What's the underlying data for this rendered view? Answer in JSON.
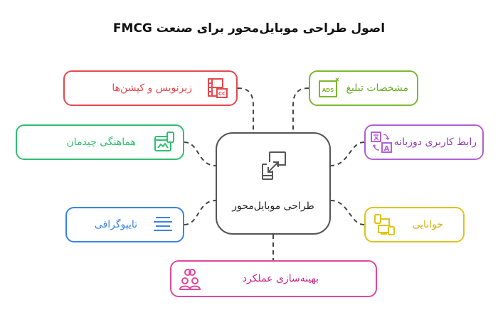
{
  "title": "اصول طراحی موبایل‌محور برای صنعت FMCG",
  "center": {
    "label": "طراحی موبایل‌محور",
    "icon": "resize-devices-icon",
    "color": "#555555"
  },
  "nodes": [
    {
      "id": "subtitles",
      "label": "زیرنویس و کپشن‌ها",
      "icon": "film-cc-icon",
      "color": "#e5484d"
    },
    {
      "id": "ad-specs",
      "label": "مشخصات تبلیغ",
      "icon": "ads-icon",
      "color": "#7cb82f"
    },
    {
      "id": "layout-harmony",
      "label": "هماهنگی چیدمان",
      "icon": "responsive-layout-icon",
      "color": "#2fbf71"
    },
    {
      "id": "bilingual-ui",
      "label": "رابط کاربری دوزبانه",
      "icon": "translate-icon",
      "color": "#b25fd6"
    },
    {
      "id": "typography",
      "label": "تایپوگرافی",
      "icon": "text-lines-icon",
      "color": "#3b82e6"
    },
    {
      "id": "readability",
      "label": "خوانایی",
      "icon": "devices-icon",
      "color": "#e2c21b"
    },
    {
      "id": "performance",
      "label": "بهینه‌سازی عملکرد",
      "icon": "team-link-icon",
      "color": "#e0489a"
    }
  ]
}
